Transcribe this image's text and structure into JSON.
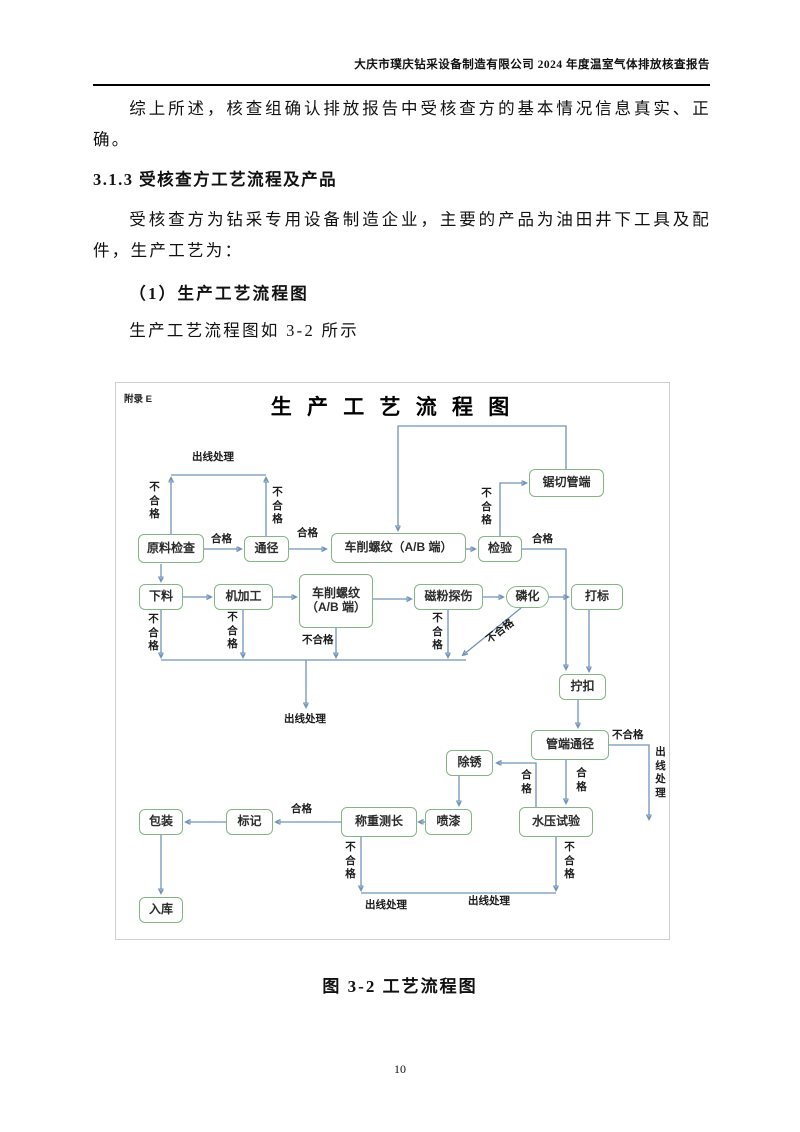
{
  "header": {
    "title": "大庆市璞庆钻采设备制造有限公司 2024 年度温室气体排放核查报告"
  },
  "content": {
    "para_summary": "综上所述，核查组确认排放报告中受核查方的基本情况信息真实、正确。",
    "section_heading": "3.1.3 受核查方工艺流程及产品",
    "para_intro": "受核查方为钻采专用设备制造企业，主要的产品为油田井下工具及配件，生产工艺为：",
    "list_item_heading": "（1）生产工艺流程图",
    "para_figure_ref": "生产工艺流程图如 3-2 所示",
    "figure_caption": "图 3-2 工艺流程图"
  },
  "footer": {
    "page_number": "10"
  },
  "flowchart": {
    "appendix_label": "附录 E",
    "title": "生 产 工 艺 流 程 图",
    "colors": {
      "box_border": "#85b585",
      "connector": "#6f93b8"
    },
    "nodes": {
      "saw_pipe_end": "锯切管端",
      "raw_material_inspection": "原料检查",
      "drift": "通径",
      "thread_turning_1": "车削螺纹（A/B 端）",
      "thread_turning_2": "车削螺纹\n（A/B 端）",
      "inspection": "检验",
      "blanking": "下料",
      "machining": "机加工",
      "magnetic_particle_test": "磁粉探伤",
      "phosphating": "磷化",
      "stamping": "打标",
      "make_up": "拧扣",
      "pipe_end_drift": "管端通径",
      "rust_removal": "除锈",
      "packing": "包装",
      "marking": "标记",
      "weighing_measuring": "称重测长",
      "painting": "喷漆",
      "hydro_test": "水压试验",
      "warehousing": "入库"
    },
    "labels": {
      "offline": "出线处理",
      "pass": "合格",
      "fail": "不合格"
    }
  }
}
